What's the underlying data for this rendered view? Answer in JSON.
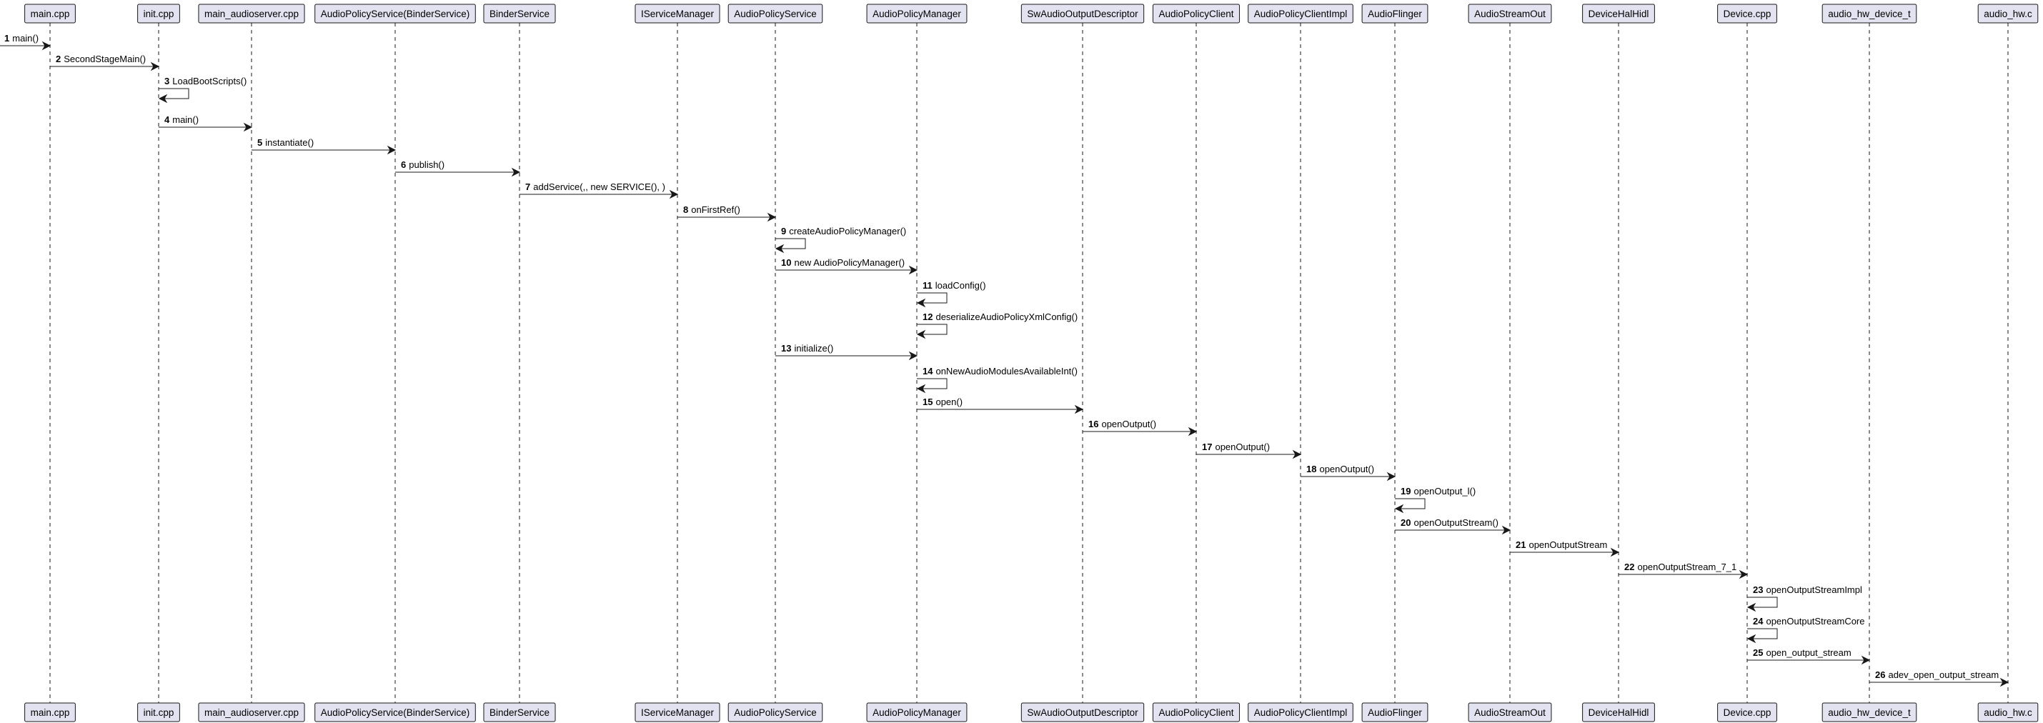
{
  "participants": [
    "main.cpp",
    "init.cpp",
    "main_audioserver.cpp",
    "AudioPolicyService(BinderService)",
    "BinderService",
    "IServiceManager",
    "AudioPolicyService",
    "AudioPolicyManager",
    "SwAudioOutputDescriptor",
    "AudioPolicyClient",
    "AudioPolicyClientImpl",
    "AudioFlinger",
    "AudioStreamOut",
    "DeviceHalHidl",
    "Device.cpp",
    "audio_hw_device_t",
    "audio_hw.c"
  ],
  "messages": [
    {
      "num": "1",
      "text": "main()",
      "from": null,
      "to": 0
    },
    {
      "num": "2",
      "text": "SecondStageMain()",
      "from": 0,
      "to": 1
    },
    {
      "num": "3",
      "text": "LoadBootScripts()",
      "from": 1,
      "to": 1
    },
    {
      "num": "4",
      "text": "main()",
      "from": 1,
      "to": 2
    },
    {
      "num": "5",
      "text": "instantiate()",
      "from": 2,
      "to": 3
    },
    {
      "num": "6",
      "text": "publish()",
      "from": 3,
      "to": 4
    },
    {
      "num": "7",
      "text": "addService(,, new SERVICE(), )",
      "from": 4,
      "to": 5
    },
    {
      "num": "8",
      "text": "onFirstRef()",
      "from": 5,
      "to": 6
    },
    {
      "num": "9",
      "text": "createAudioPolicyManager()",
      "from": 6,
      "to": 6
    },
    {
      "num": "10",
      "text": "new AudioPolicyManager()",
      "from": 6,
      "to": 7
    },
    {
      "num": "11",
      "text": "loadConfig()",
      "from": 7,
      "to": 7
    },
    {
      "num": "12",
      "text": "deserializeAudioPolicyXmlConfig()",
      "from": 7,
      "to": 7
    },
    {
      "num": "13",
      "text": "initialize()",
      "from": 6,
      "to": 7
    },
    {
      "num": "14",
      "text": "onNewAudioModulesAvailableInt()",
      "from": 7,
      "to": 7
    },
    {
      "num": "15",
      "text": "open()",
      "from": 7,
      "to": 8
    },
    {
      "num": "16",
      "text": "openOutput()",
      "from": 8,
      "to": 9
    },
    {
      "num": "17",
      "text": "openOutput()",
      "from": 9,
      "to": 10
    },
    {
      "num": "18",
      "text": "openOutput()",
      "from": 10,
      "to": 11
    },
    {
      "num": "19",
      "text": "openOutput_l()",
      "from": 11,
      "to": 11
    },
    {
      "num": "20",
      "text": "openOutputStream()",
      "from": 11,
      "to": 12
    },
    {
      "num": "21",
      "text": "openOutputStream",
      "from": 12,
      "to": 13
    },
    {
      "num": "22",
      "text": "openOutputStream_7_1",
      "from": 13,
      "to": 14
    },
    {
      "num": "23",
      "text": "openOutputStreamImpl",
      "from": 14,
      "to": 14
    },
    {
      "num": "24",
      "text": "openOutputStreamCore",
      "from": 14,
      "to": 14
    },
    {
      "num": "25",
      "text": "open_output_stream",
      "from": 14,
      "to": 15
    },
    {
      "num": "26",
      "text": "adev_open_output_stream",
      "from": 15,
      "to": 16
    }
  ]
}
